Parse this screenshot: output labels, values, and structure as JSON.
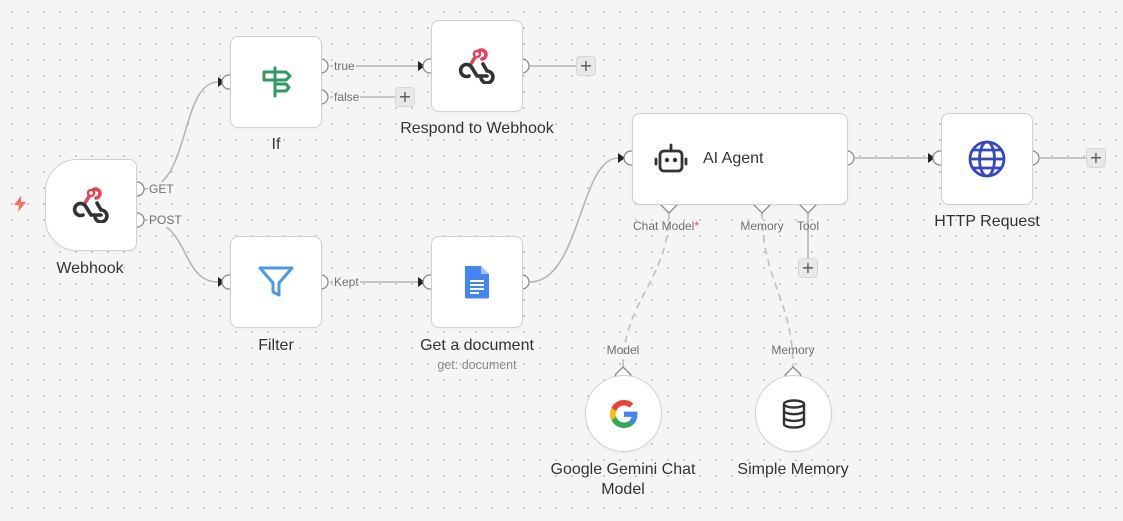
{
  "canvas": {
    "background": "#f5f5f5"
  },
  "colors": {
    "webhook_pink": "#e0455b",
    "if_green": "#2f9a61",
    "filter_blue": "#4c9be0",
    "docs_blue": "#4285f4",
    "globe_blue": "#3547c4",
    "bolt": "#ff6d5a"
  },
  "nodes": {
    "webhook": {
      "label": "Webhook",
      "icon": "webhook-icon",
      "outputs": [
        "GET",
        "POST"
      ]
    },
    "if": {
      "label": "If",
      "icon": "signpost-icon",
      "outputs": [
        "true",
        "false"
      ]
    },
    "respond": {
      "label": "Respond to Webhook",
      "icon": "webhook-icon"
    },
    "filter": {
      "label": "Filter",
      "icon": "filter-icon",
      "outputs": [
        "Kept"
      ]
    },
    "getdoc": {
      "label": "Get a document",
      "subtitle": "get: document",
      "icon": "google-docs-icon"
    },
    "agent": {
      "label": "AI Agent",
      "icon": "robot-icon",
      "handles": {
        "chat_model": "Chat Model",
        "required_mark": "*",
        "memory": "Memory",
        "tool": "Tool"
      }
    },
    "http": {
      "label": "HTTP Request",
      "icon": "globe-icon"
    },
    "gemini": {
      "label": "Google Gemini Chat Model",
      "icon": "google-icon",
      "handle": "Model"
    },
    "memory": {
      "label": "Simple Memory",
      "icon": "database-icon",
      "handle": "Memory"
    }
  },
  "add_button": {
    "label": "+"
  }
}
